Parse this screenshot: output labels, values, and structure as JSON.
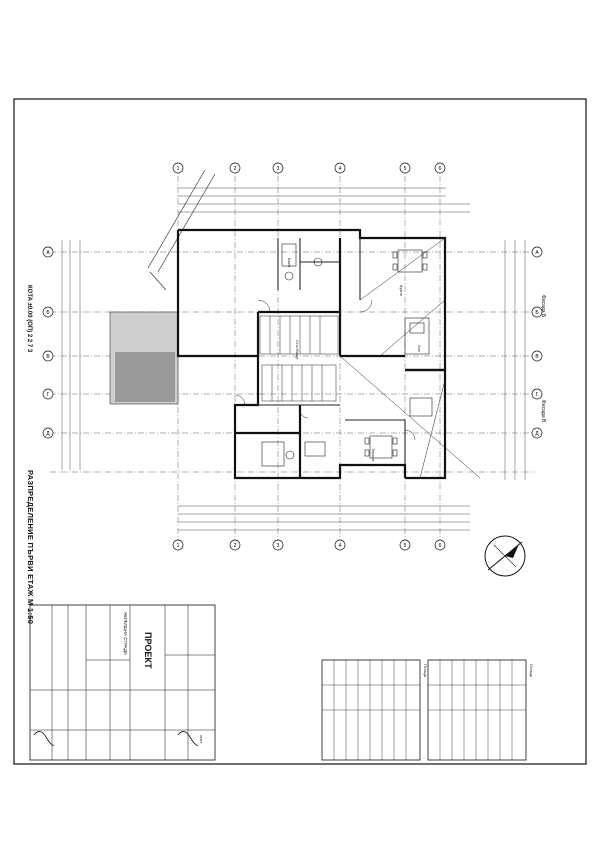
{
  "drawing": {
    "title": "РАЗПРЕДЕЛЕНИЕ ПЪРВИ ЕТАЖ  М 1:50",
    "level_mark": "КОТА ±0.00 (ОП) 2 2 7 3"
  },
  "grid_axes": {
    "columns": [
      "1",
      "2",
      "3",
      "4",
      "5",
      "6"
    ],
    "rows": [
      "А",
      "Б",
      "В",
      "Г",
      "Д"
    ]
  },
  "rooms": [
    {
      "name": "Стълбище"
    },
    {
      "name": "Хол"
    },
    {
      "name": "Кухня"
    },
    {
      "name": "Баня"
    },
    {
      "name": "Тераса"
    }
  ],
  "side_notes": [
    "Фасада Б",
    "Фасада В"
  ],
  "title_block": {
    "company": "ПРОЕКТ",
    "object": "ЖИЛИЩНА СГРАДА",
    "sheet_label": "лист"
  },
  "tables": [
    {
      "header": "Площи"
    },
    {
      "header": "Площи"
    }
  ]
}
